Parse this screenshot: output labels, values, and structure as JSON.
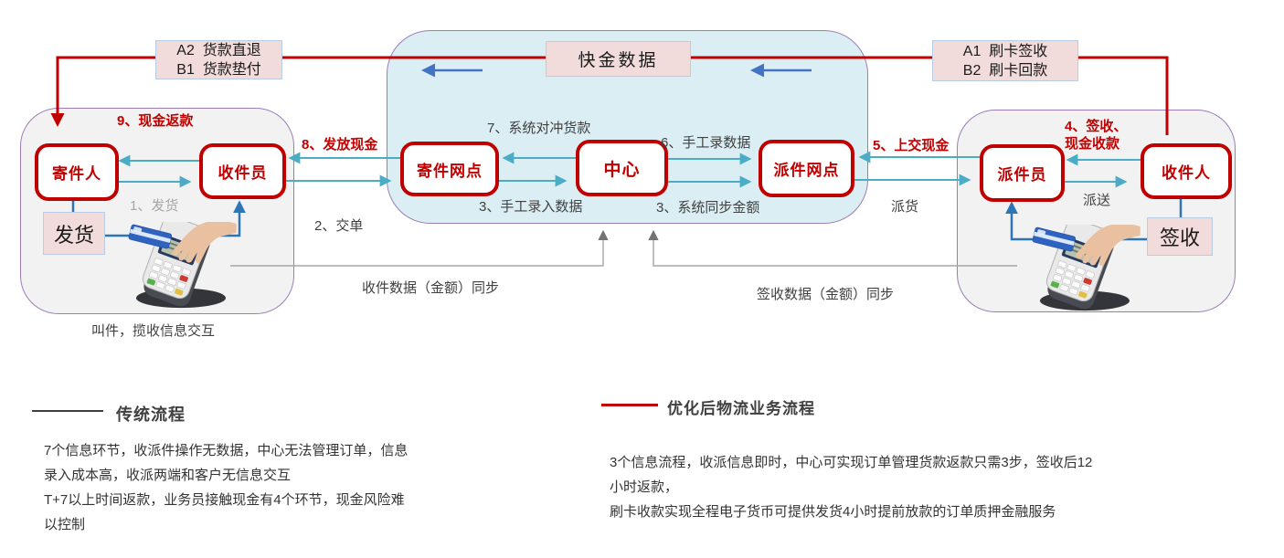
{
  "top_row": {
    "left_tag": "A2  货款直退\nB1  货款垫付",
    "center_tag": "快金数据",
    "right_tag": "A1  刷卡签收\nB2  刷卡回款"
  },
  "nodes": {
    "sender": "寄件人",
    "pickup_courier": "收件员",
    "origin_branch": "寄件网点",
    "center": "中心",
    "dest_branch": "派件网点",
    "delivery_courier": "派件员",
    "recipient": "收件人",
    "ship_action": "发货",
    "sign_action": "签收"
  },
  "flow_labels": {
    "step9": "9、现金返款",
    "step8": "8、发放现金",
    "step7": "7、系统对冲货款",
    "step6": "6、手工录数据",
    "step5": "5、上交现金",
    "step4": "4、签收、\n现金收款",
    "step3_manual": "3、手工录入数据",
    "step3_sync": "3、系统同步金额",
    "step2": "2、交单",
    "step1": "1、发货",
    "dispatch": "派货",
    "deliver": "派送",
    "pickup_sync": "收件数据（金额）同步",
    "sign_sync": "签收数据（金额）同步",
    "pickup_caption": "叫件，揽收信息交互"
  },
  "legend": {
    "traditional_label": "传统流程",
    "optimized_label": "优化后物流业务流程",
    "traditional_desc": "7个信息环节，收派件操作无数据，中心无法管理订单，信息\n录入成本高，收派两端和客户无信息交互\nT+7以上时间返款，业务员接触现金有4个环节，现金风险难\n以控制",
    "optimized_desc": "3个信息流程，收派信息即时，中心可实现订单管理货款返款只需3步，签收后12\n小时返款，\n刷卡收款实现全程电子货币可提供发货4小时提前放款的订单质押金融服务"
  },
  "colors": {
    "accent_red": "#C00000",
    "teal_arrow": "#4BACC6",
    "royal_arrow": "#4472C4",
    "blue_line": "#2E75B6",
    "gray_line": "#A6A6A6",
    "panel_border": "#9B7CB8",
    "center_panel_fill": "#DBEEF4",
    "side_panel_fill": "#F2F2F2",
    "pink_fill": "#F2DCDB",
    "pink_border": "#B8CCE4"
  }
}
